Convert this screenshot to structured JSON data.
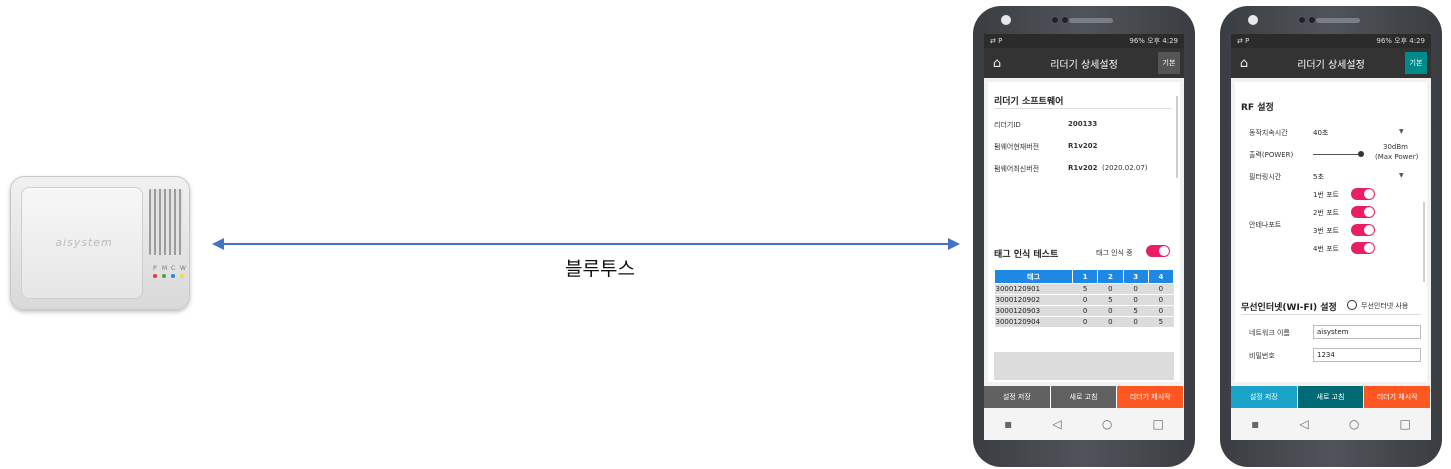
{
  "diagram": {
    "device_logo": "aisystem",
    "device_leds": [
      {
        "label": "P",
        "color": "#e53935"
      },
      {
        "label": "M",
        "color": "#43a047"
      },
      {
        "label": "C",
        "color": "#1e88e5"
      },
      {
        "label": "W",
        "color": "#fdd835"
      }
    ],
    "link_label": "블루투스",
    "arrow_color": "#4472c4"
  },
  "phone_common": {
    "status_left": "⇄ P",
    "status_right": "96% 오후 4:29",
    "home_icon": "⌂",
    "screen_title": "리더기 상세설정",
    "basic_button": "기본",
    "nav": {
      "recent": "▪",
      "back": "◁",
      "home": "○",
      "overview": "□"
    }
  },
  "phone1": {
    "basic_color": "#555555",
    "software": {
      "title": "리더기 소프트웨어",
      "reader_id_label": "리더기ID",
      "reader_id_value": "200133",
      "fw_current_label": "펌웨어현재버전",
      "fw_current_value": "R1v202",
      "fw_latest_label": "펌웨어최신버전",
      "fw_latest_value": "R1v202",
      "fw_latest_date": "(2020.02.07)"
    },
    "tag_test": {
      "title": "태그 인식 테스트",
      "toggle_label": "태그 인식 중",
      "columns": [
        "태그",
        "1",
        "2",
        "3",
        "4"
      ],
      "rows": [
        [
          "3000120901",
          "5",
          "0",
          "0",
          "0"
        ],
        [
          "3000120902",
          "0",
          "5",
          "0",
          "0"
        ],
        [
          "3000120903",
          "0",
          "0",
          "5",
          "0"
        ],
        [
          "3000120904",
          "0",
          "0",
          "0",
          "5"
        ]
      ]
    },
    "buttons": {
      "save": "설정 저장",
      "refresh": "새로 고침",
      "restart": "리더기 재시작",
      "save_color": "#616161",
      "refresh_color": "#616161",
      "restart_color": "#ff5722"
    }
  },
  "phone2": {
    "basic_color": "#008b8b",
    "rf": {
      "title": "RF 설정",
      "duration_label": "동작지속시간",
      "duration_value": "40초",
      "power_label": "출력(POWER)",
      "power_value": "30dBm",
      "power_note": "(Max Power)",
      "power_level": 1.0,
      "filter_label": "필터링시간",
      "filter_value": "5초",
      "antenna_label": "안테나포트",
      "ports": [
        "1번 포트",
        "2번 포트",
        "3번 포트",
        "4번 포트"
      ]
    },
    "wifi": {
      "title": "무선인터넷(WI-FI) 설정",
      "use_label": "무선인터넷 사용",
      "network_label": "네트워크 이름",
      "network_value": "aisystem",
      "password_label": "비밀번호",
      "password_value": "1234"
    },
    "buttons": {
      "save": "설정 저장",
      "refresh": "새로 고침",
      "restart": "리더기 재시작",
      "save_color": "#1aa3c9",
      "refresh_color": "#006b75",
      "restart_color": "#ff5722"
    }
  }
}
